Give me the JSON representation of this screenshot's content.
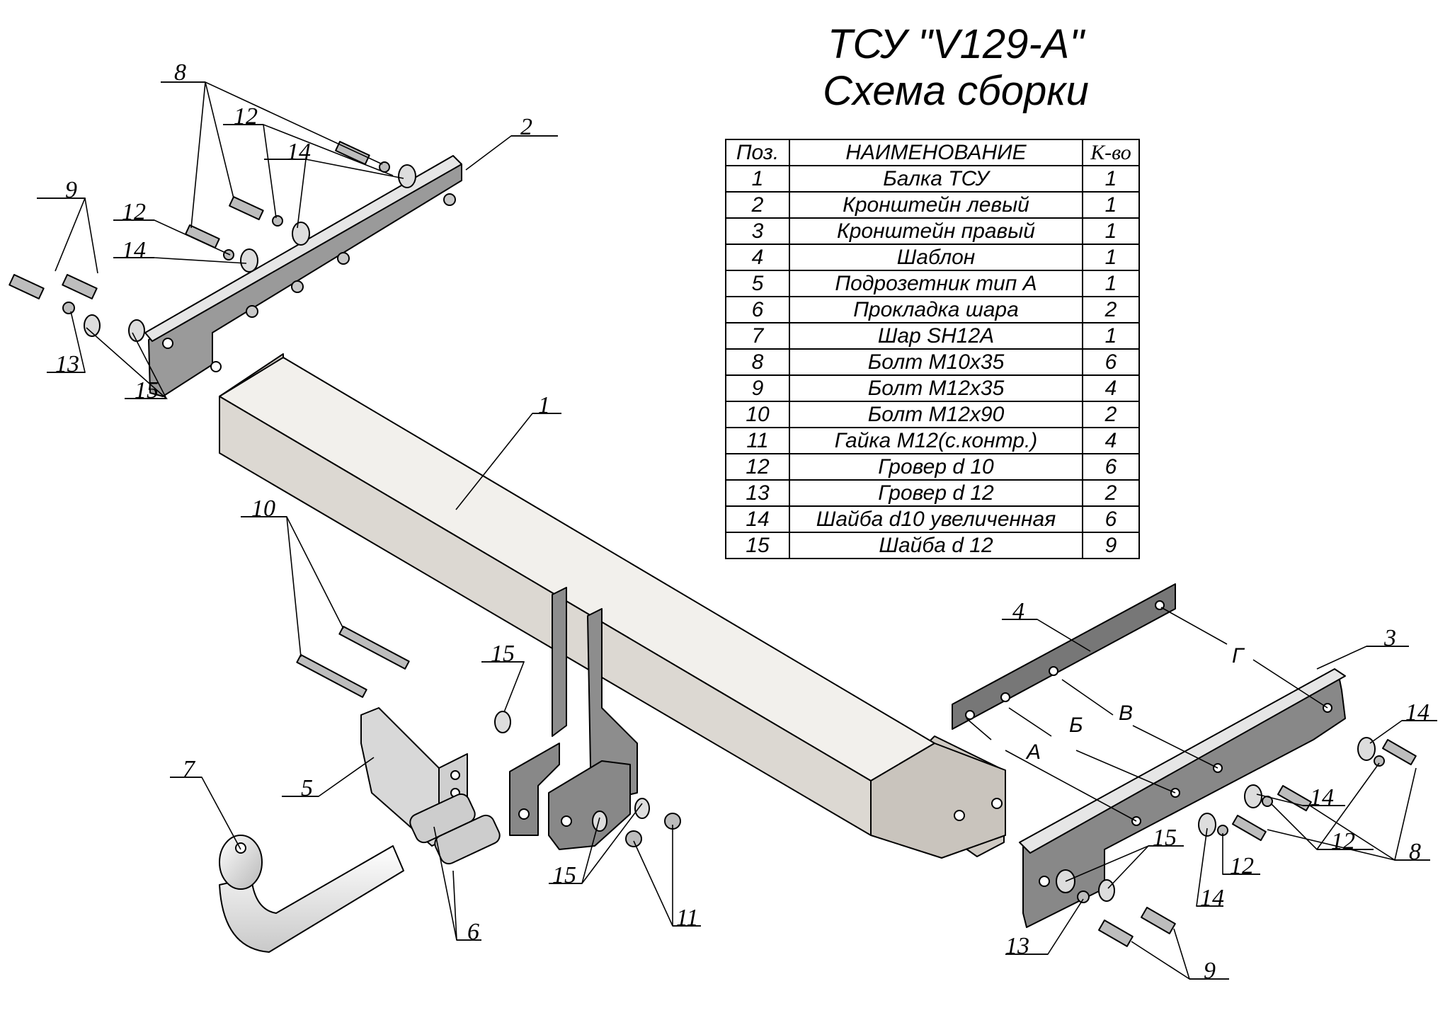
{
  "title": {
    "line1": "ТСУ \"V129-A\"",
    "line2": "Схема сборки"
  },
  "parts_table": {
    "headers": {
      "pos": "Поз.",
      "name": "НАИМЕНОВАНИЕ",
      "qty": "К-во"
    },
    "rows": [
      {
        "pos": "1",
        "name": "Балка ТСУ",
        "qty": "1"
      },
      {
        "pos": "2",
        "name": "Кронштейн левый",
        "qty": "1"
      },
      {
        "pos": "3",
        "name": "Кронштейн правый",
        "qty": "1"
      },
      {
        "pos": "4",
        "name": "Шаблон",
        "qty": "1"
      },
      {
        "pos": "5",
        "name": "Подрозетник тип А",
        "qty": "1"
      },
      {
        "pos": "6",
        "name": "Прокладка шара",
        "qty": "2"
      },
      {
        "pos": "7",
        "name": "Шар SH12A",
        "qty": "1"
      },
      {
        "pos": "8",
        "name": "Болт М10х35",
        "qty": "6"
      },
      {
        "pos": "9",
        "name": "Болт М12х35",
        "qty": "4"
      },
      {
        "pos": "10",
        "name": "Болт М12х90",
        "qty": "2"
      },
      {
        "pos": "11",
        "name": "Гайка М12(с.контр.)",
        "qty": "4"
      },
      {
        "pos": "12",
        "name": "Гровер d 10",
        "qty": "6"
      },
      {
        "pos": "13",
        "name": "Гровер d 12",
        "qty": "2"
      },
      {
        "pos": "14",
        "name": "Шайба d10 увеличенная",
        "qty": "6"
      },
      {
        "pos": "15",
        "name": "Шайба d 12",
        "qty": "9"
      }
    ]
  },
  "callouts": {
    "left_bracket": {
      "bolt_m10": "8",
      "grover_d10_a": "12",
      "washer_d10_a": "14",
      "grover_d10_b": "12",
      "washer_d10_b": "14",
      "bolt_m12": "9",
      "grover_d12": "13",
      "washer_d12": "15",
      "bracket": "2"
    },
    "center": {
      "beam": "1",
      "bolt_m12x90": "10",
      "washer_d12_single": "15",
      "socket_plate": "5",
      "ball": "7",
      "spacers": "6",
      "washers_d12": "15",
      "nuts": "11"
    },
    "right_bracket": {
      "template": "4",
      "bracket": "3",
      "washer_d10_a": "14",
      "washer_d10_b": "14",
      "grover_d10_a": "12",
      "grover_d10_b": "12",
      "washer_d10_c": "14",
      "bolts_m10": "8",
      "washers_d12": "15",
      "grover_d12": "13",
      "bolts_m12": "9"
    },
    "hole_letters": {
      "a": "А",
      "b": "Б",
      "v": "В",
      "g": "Г"
    }
  }
}
